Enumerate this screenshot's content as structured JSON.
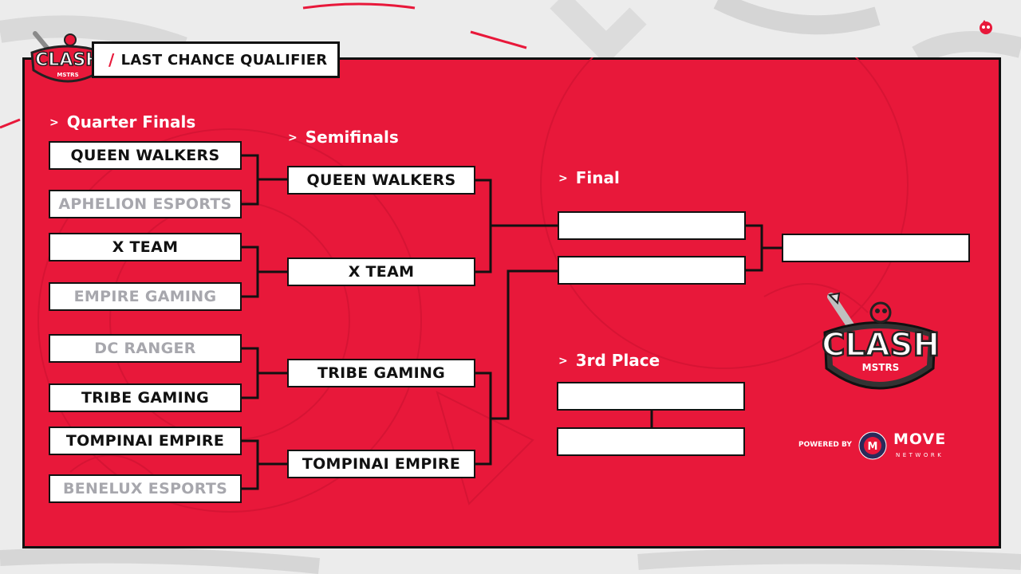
{
  "header": {
    "title": "LAST CHANCE QUALIFIER",
    "brand": "CLASH",
    "brand_sub": "MSTRS"
  },
  "rounds": {
    "quarter_finals": "Quarter Finals",
    "semifinals": "Semifinals",
    "final": "Final",
    "third_place": "3rd Place"
  },
  "quarter_finals": [
    {
      "team": "QUEEN WALKERS",
      "status": "winner"
    },
    {
      "team": "APHELION ESPORTS",
      "status": "eliminated"
    },
    {
      "team": "X TEAM",
      "status": "winner"
    },
    {
      "team": "EMPIRE GAMING",
      "status": "eliminated"
    },
    {
      "team": "DC RANGER",
      "status": "eliminated"
    },
    {
      "team": "TRIBE GAMING",
      "status": "winner"
    },
    {
      "team": "TOMPINAI EMPIRE",
      "status": "winner"
    },
    {
      "team": "BENELUX ESPORTS",
      "status": "eliminated"
    }
  ],
  "semifinals": [
    {
      "team": "QUEEN WALKERS"
    },
    {
      "team": "X TEAM"
    },
    {
      "team": "TRIBE GAMING"
    },
    {
      "team": "TOMPINAI EMPIRE"
    }
  ],
  "final": [
    {
      "team": ""
    },
    {
      "team": ""
    }
  ],
  "champion": {
    "team": ""
  },
  "third_place": [
    {
      "team": ""
    },
    {
      "team": ""
    }
  ],
  "sponsor": {
    "powered_by": "POWERED BY",
    "name": "MOVE",
    "sub": "NETWORK",
    "mark": "M"
  },
  "colors": {
    "panel_red": "#e8183a",
    "winner_text": "#111111",
    "eliminated_text": "#a7a7ad"
  }
}
